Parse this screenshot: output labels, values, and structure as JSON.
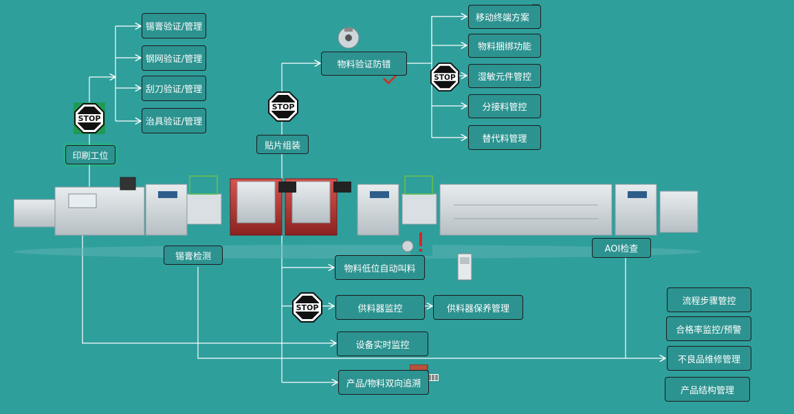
{
  "boxes": {
    "print_station": "印刷工位",
    "solder_paste_mgmt": "锡膏验证/管理",
    "stencil_mgmt": "钢网验证/管理",
    "squeegee_mgmt": "刮刀验证/管理",
    "fixture_mgmt": "治具验证/管理",
    "spi": "锡膏检测",
    "smt_assembly": "贴片组装",
    "material_verify": "物料验证防错",
    "mobile_terminal": "移动终端方案",
    "material_binding": "物料捆绑功能",
    "msd_control": "湿敏元件管控",
    "splice_control": "分接料管控",
    "alt_material": "替代料管理",
    "low_material_call": "物料低位自动叫料",
    "feeder_monitor": "供料器监控",
    "feeder_maintenance": "供料器保养管理",
    "equipment_monitor": "设备实时监控",
    "traceability": "产品/物料双向追溯",
    "aoi": "AOI检查",
    "process_step": "流程步骤管控",
    "yield_monitor": "合格率监控/预警",
    "defect_repair": "不良品维修管理",
    "product_structure": "产品结构管理"
  },
  "stop_sign_text": "STOP",
  "colors": {
    "background": "#2f9f9c",
    "box_fill": "#2c9390",
    "box_border": "#1a1a1a",
    "line": "#ffffff",
    "stop_red": "#111111",
    "alert_red": "#e02020"
  }
}
